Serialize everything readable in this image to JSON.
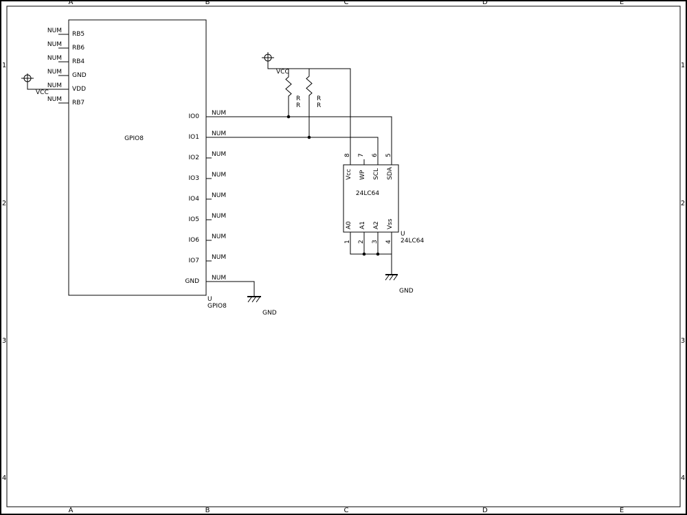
{
  "colors": {
    "ink": "#000000",
    "paper": "#ffffff"
  },
  "frame": {
    "columns": [
      "A",
      "B",
      "C",
      "D",
      "E"
    ],
    "rows": [
      "1",
      "2",
      "3",
      "4"
    ]
  },
  "gpio8": {
    "part_label": "GPIO8",
    "refdes": "U",
    "refdes_value": "GPIO8",
    "left_pins": [
      {
        "name": "RB5",
        "net": "NUM"
      },
      {
        "name": "RB6",
        "net": "NUM"
      },
      {
        "name": "RB4",
        "net": "NUM"
      },
      {
        "name": "GND",
        "net": "NUM"
      },
      {
        "name": "VDD",
        "net": "NUM"
      },
      {
        "name": "RB7",
        "net": "NUM"
      }
    ],
    "right_pins": [
      {
        "name": "IO0",
        "net": "NUM"
      },
      {
        "name": "IO1",
        "net": "NUM"
      },
      {
        "name": "IO2",
        "net": "NUM"
      },
      {
        "name": "IO3",
        "net": "NUM"
      },
      {
        "name": "IO4",
        "net": "NUM"
      },
      {
        "name": "IO5",
        "net": "NUM"
      },
      {
        "name": "IO6",
        "net": "NUM"
      },
      {
        "name": "IO7",
        "net": "NUM"
      },
      {
        "name": "GND",
        "net": "NUM"
      }
    ]
  },
  "eeprom": {
    "part_label": "24LC64",
    "refdes": "U",
    "refdes_value": "24LC64",
    "top_pins": [
      {
        "num": "8",
        "name": "Vcc"
      },
      {
        "num": "7",
        "name": "WP"
      },
      {
        "num": "6",
        "name": "SCL"
      },
      {
        "num": "5",
        "name": "SDA"
      }
    ],
    "bottom_pins": [
      {
        "num": "1",
        "name": "A0"
      },
      {
        "num": "2",
        "name": "A1"
      },
      {
        "num": "3",
        "name": "A2"
      },
      {
        "num": "4",
        "name": "Vss"
      }
    ]
  },
  "resistors": [
    {
      "refdes": "R",
      "value": "R"
    },
    {
      "refdes": "R",
      "value": "R"
    }
  ],
  "power": {
    "vcc": "VCC",
    "gnd": "GND"
  }
}
